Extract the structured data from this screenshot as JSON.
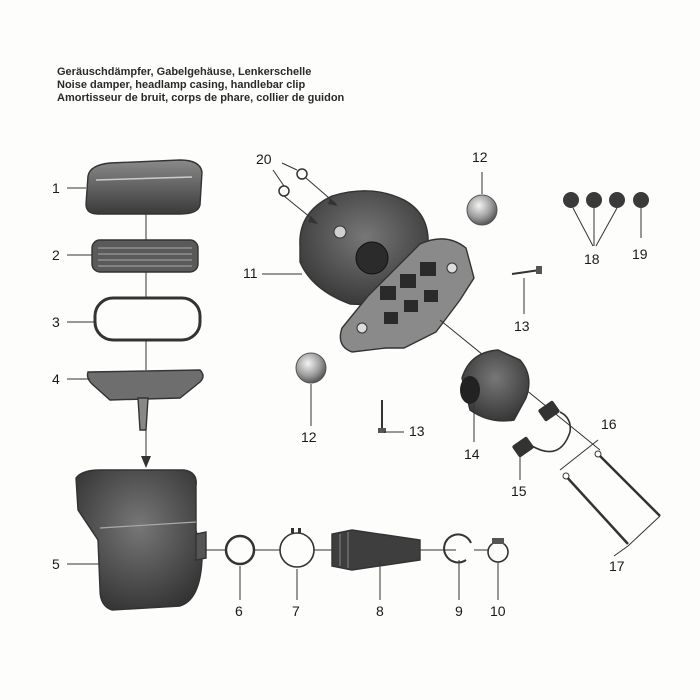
{
  "title": {
    "de": "Geräuschdämpfer, Gabelgehäuse, Lenkerschelle",
    "en": "Noise damper, headlamp casing, handlebar clip",
    "fr": "Amortisseur de bruit, corps de phare, collier de guidon"
  },
  "callouts": [
    "1",
    "2",
    "3",
    "4",
    "5",
    "6",
    "7",
    "8",
    "9",
    "10",
    "11",
    "12",
    "12",
    "13",
    "13",
    "14",
    "15",
    "16",
    "17",
    "18",
    "19",
    "20"
  ],
  "colors": {
    "ink": "#333333",
    "part_dark": "#4a4a4a",
    "part_mid": "#7a7a7a",
    "part_light": "#b8b8b8",
    "paper": "#fdfdfb"
  }
}
